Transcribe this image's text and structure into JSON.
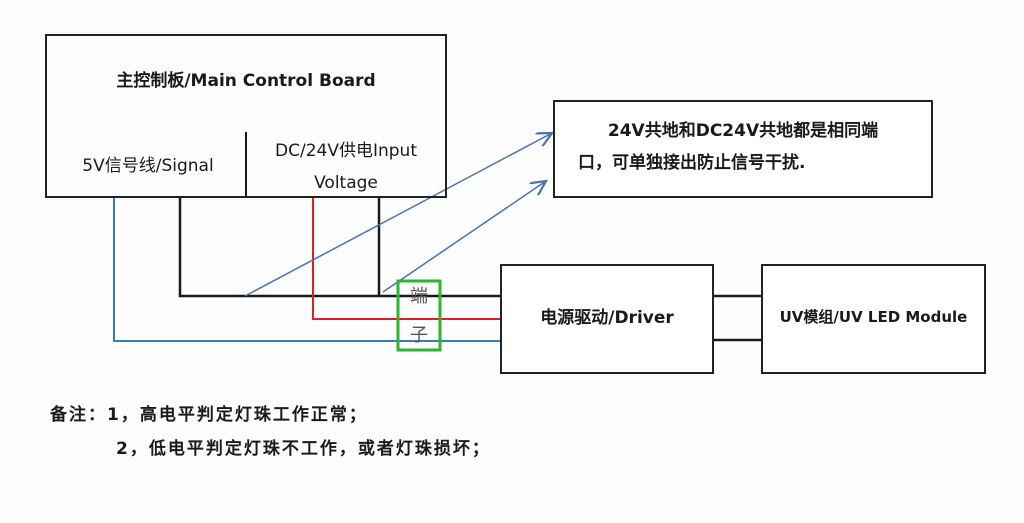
{
  "main_board": {
    "title": "主控制板/Main Control Board",
    "signal_label": "5V信号线/Signal",
    "input_label_line1": "DC/24V供电Input",
    "input_label_line2": "Voltage"
  },
  "callout": {
    "line1": "24V共地和DC24V共地都是相同端",
    "line2": "口，可单独接出防止信号干扰."
  },
  "terminal": {
    "char1": "端",
    "char2": "子"
  },
  "driver": {
    "label": "电源驱动/Driver"
  },
  "uv_module": {
    "label": "UV模组/UV LED Module"
  },
  "notes": {
    "line1": "备注：1，高电平判定灯珠工作正常；",
    "line2": "2，低电平判定灯珠不工作，或者灯珠损坏；"
  },
  "colors": {
    "ground_wire": "#1a1a1a",
    "power_wire": "#e02020",
    "signal_wire": "#2f7fc1",
    "arrow": "#4a72b0",
    "terminal_box": "#2db52d"
  }
}
